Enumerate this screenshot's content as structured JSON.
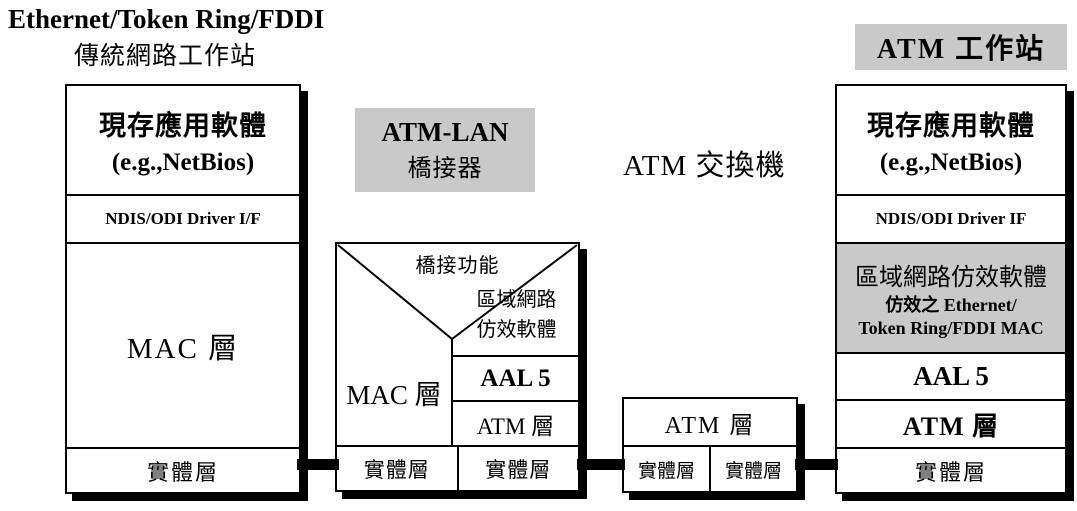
{
  "header": {
    "title_en": "Ethernet/Token Ring/FDDI",
    "title_zh": "傳統網路工作站"
  },
  "labels": {
    "bridge_line1": "ATM-LAN",
    "bridge_line2": "橋接器",
    "switch": "ATM 交換機",
    "workstation": "ATM  工作站"
  },
  "left_stack": {
    "app_line1": "現存應用軟體",
    "app_line2": "(e.g.,NetBios)",
    "driver": "NDIS/ODI Driver I/F",
    "mac": "MAC 層",
    "phy": "實體層"
  },
  "bridge_stack": {
    "bridge_fn": "橋接功能",
    "mac": "MAC 層",
    "lane_line1": "區域網路",
    "lane_line2": "仿效軟體",
    "aal5": "AAL 5",
    "atm": "ATM 層",
    "phy_left": "實體層",
    "phy_right": "實體層"
  },
  "switch_stack": {
    "atm": "ATM 層",
    "phy_left": "實體層",
    "phy_right": "實體層"
  },
  "right_stack": {
    "app_line1": "現存應用軟體",
    "app_line2": "(e.g.,NetBios)",
    "driver": "NDIS/ODI Driver IF",
    "lane_line1": "區域網路仿效軟體",
    "lane_line2": "仿效之  Ethernet/",
    "lane_line3": "Token Ring/FDDI MAC",
    "aal5": "AAL 5",
    "atm": "ATM 層",
    "phy": "實體層"
  },
  "colors": {
    "gray_fill": "#c9c9c9",
    "line": "#000000",
    "background": "#ffffff"
  }
}
